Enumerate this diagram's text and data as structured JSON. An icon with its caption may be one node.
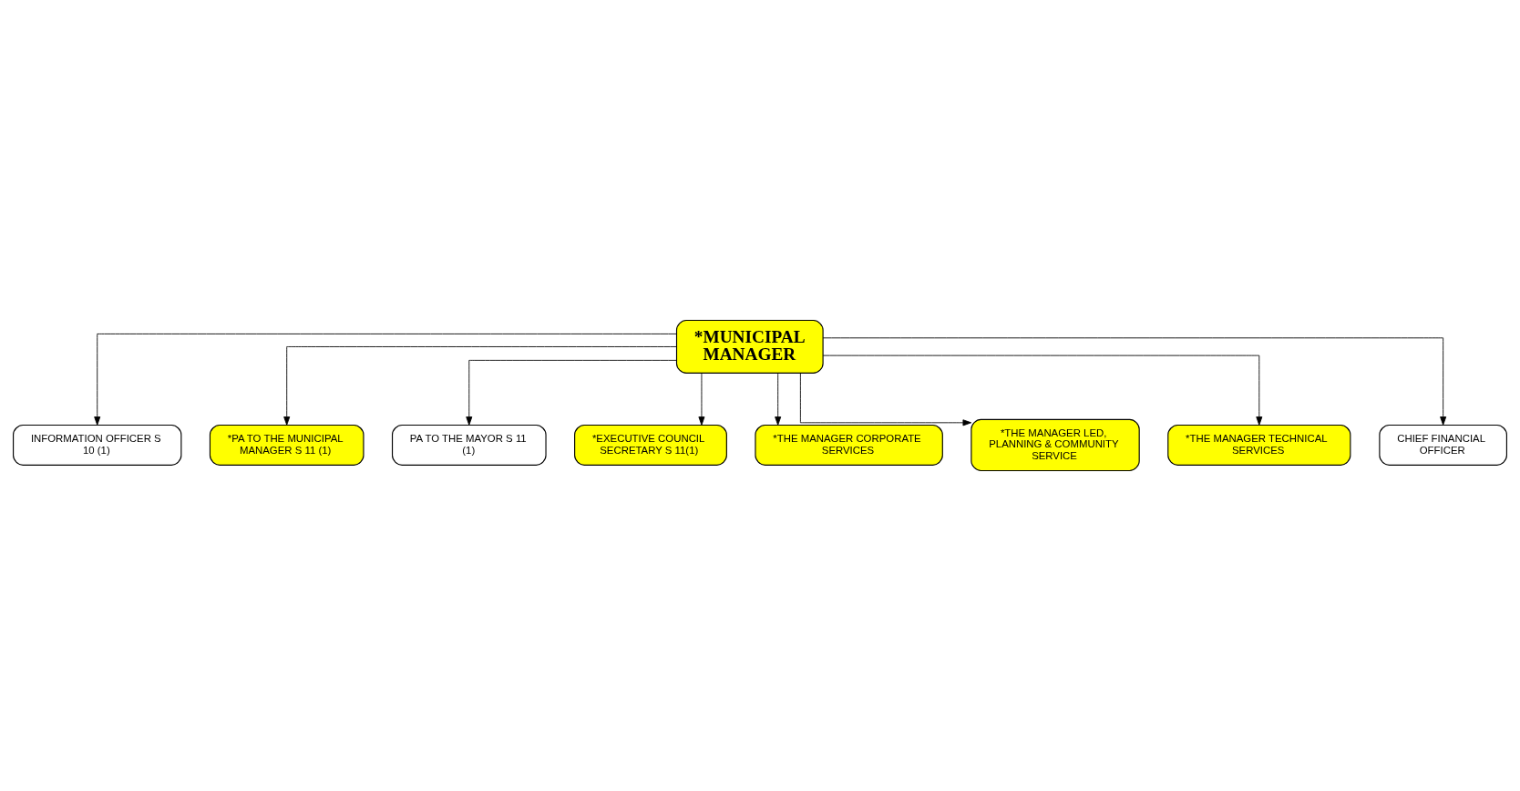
{
  "diagram": {
    "nodes": [
      {
        "text": [
          "*MUNICIPAL MANAGER"
        ]
      },
      {
        "text": [
          "INFORMATION OFFICER S 10 (1)"
        ]
      },
      {
        "text": [
          "*PA TO THE MUNICIPAL MANAGER S 11 (1)"
        ]
      },
      {
        "text": [
          "PA TO THE MAYOR S 11 (1)"
        ]
      },
      {
        "text": [
          "*EXECUTIVE COUNCIL SECRETARY S 11(1)"
        ]
      },
      {
        "text": [
          "*THE MANAGER CORPORATE SERVICES"
        ]
      },
      {
        "text": [
          "*THE MANAGER LED, PLANNING & COMMUNITY SERVICE"
        ]
      },
      {
        "text": [
          "*THE MANAGER TECHNICAL SERVICES"
        ]
      },
      {
        "text": [
          "CHIEF FINANCIAL OFFICER"
        ]
      }
    ],
    "edges": [
      {
        "from": 0,
        "to": 1,
        "arrow": "to"
      },
      {
        "from": 0,
        "to": 2,
        "arrow": "to"
      },
      {
        "from": 0,
        "to": 3,
        "arrow": "to"
      },
      {
        "from": 0,
        "to": 4,
        "arrow": "to"
      },
      {
        "from": 0,
        "to": 5,
        "arrow": "to"
      },
      {
        "from": 0,
        "to": 6,
        "arrow": "to"
      },
      {
        "from": 0,
        "to": 7,
        "arrow": "to"
      },
      {
        "from": 0,
        "to": 8,
        "arrow": "to"
      }
    ]
  }
}
